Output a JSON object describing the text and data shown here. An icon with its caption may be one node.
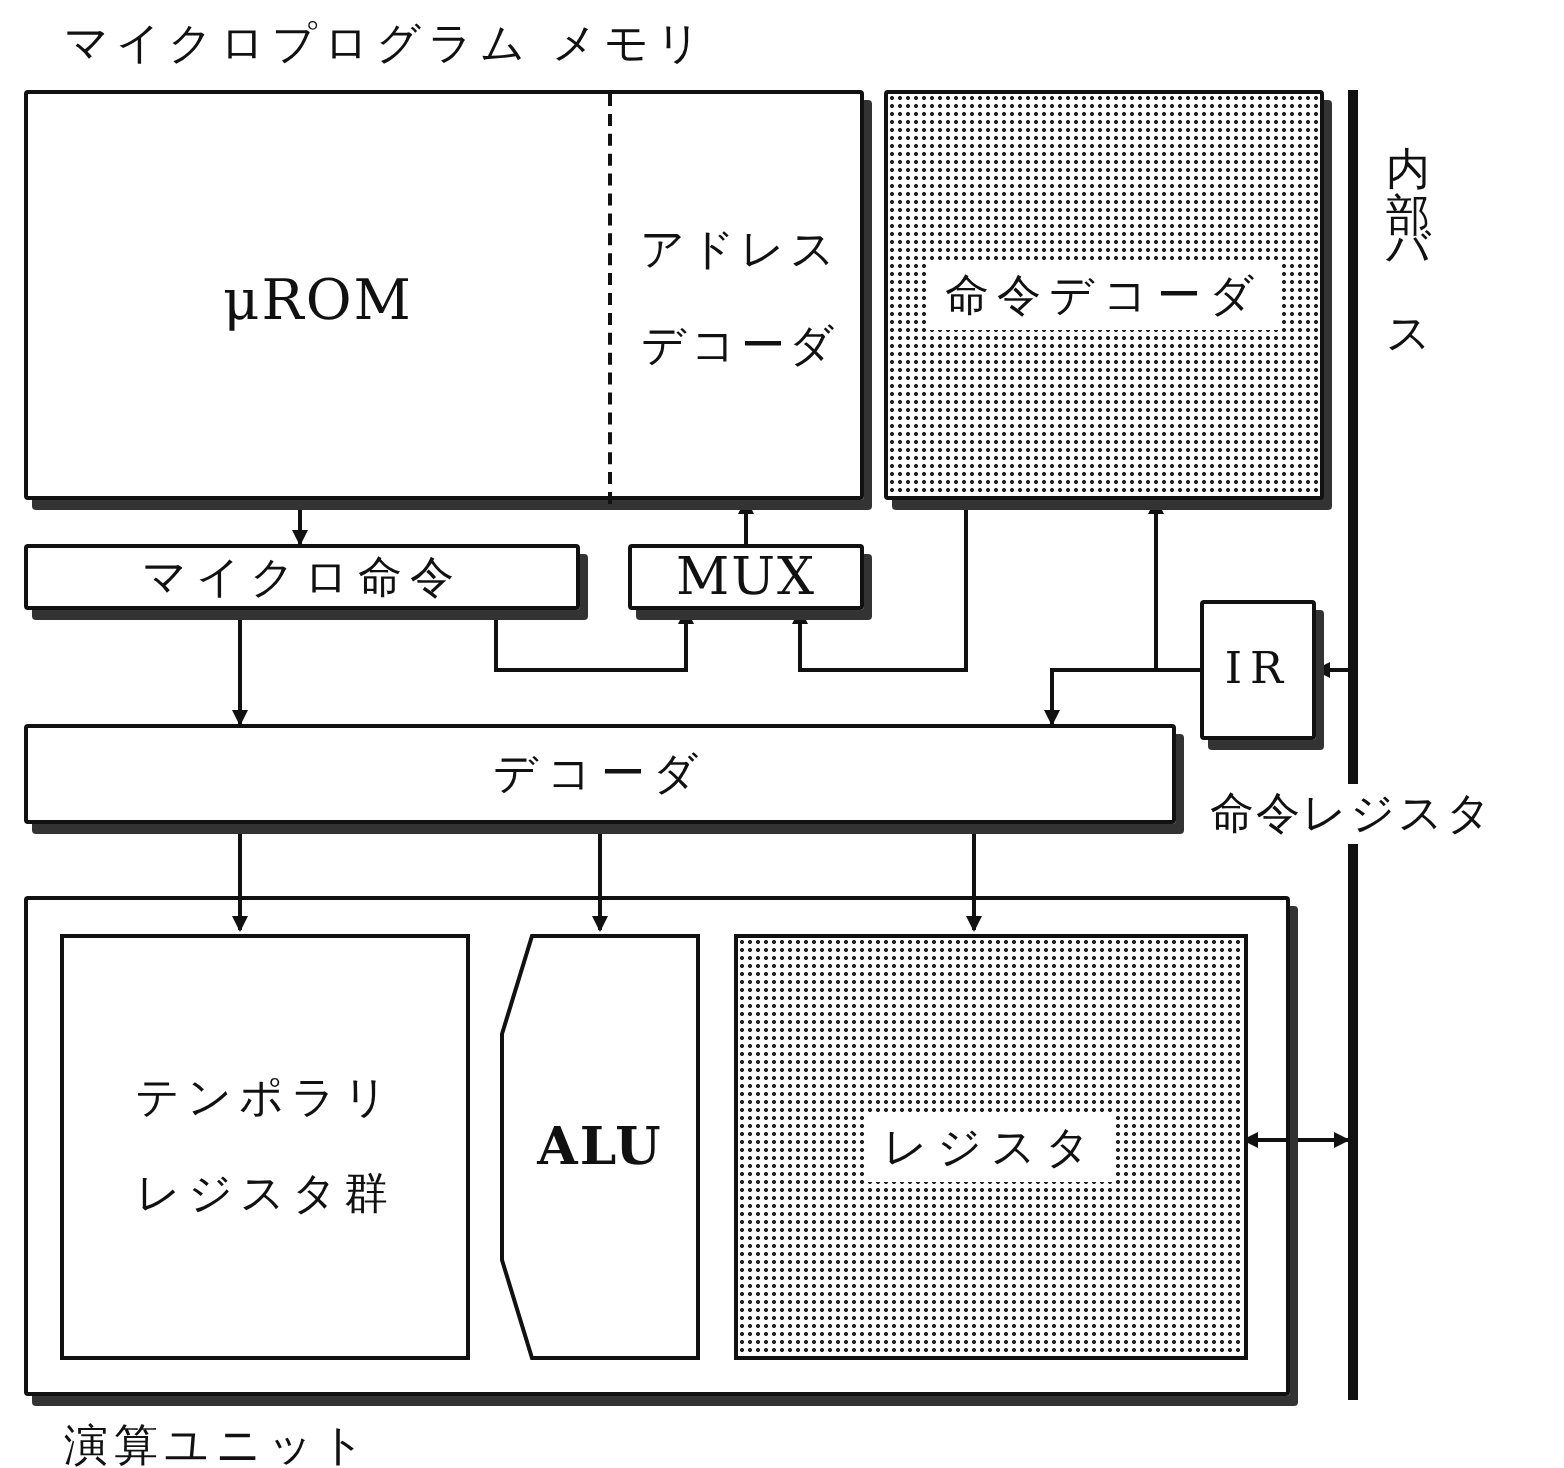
{
  "diagram": {
    "nodes": [
      {
        "text": [
          "マイクロプログラム メモリ"
        ]
      },
      {
        "text": [
          "μROM"
        ],
        "in": 0
      },
      {
        "text": [
          "アドレスデコーダ"
        ],
        "in": 0
      },
      {
        "text": [
          "命令デコーダ"
        ]
      },
      {
        "text": [],
        "shape": "bar",
        "beside": [
          "内部バス"
        ]
      },
      {
        "text": [
          "マイクロ命令"
        ]
      },
      {
        "text": [
          "MUX"
        ]
      },
      {
        "text": [
          "IR"
        ]
      },
      {
        "text": [
          "デコーダ"
        ]
      },
      {
        "text": [
          "演算ユニット"
        ]
      },
      {
        "text": [
          "テンポラリレジスタ群"
        ],
        "in": 9
      },
      {
        "text": [
          "ALU"
        ],
        "in": 9
      },
      {
        "text": [
          "レジスタ"
        ],
        "in": 9
      }
    ],
    "edges": [
      {
        "from": 0,
        "to": 5,
        "arrow": "to"
      },
      {
        "from": 6,
        "to": 2,
        "arrow": "to"
      },
      {
        "from": 5,
        "to": 6,
        "arrow": "to"
      },
      {
        "from": 3,
        "to": 6,
        "arrow": "to"
      },
      {
        "from": 4,
        "to": 7,
        "arrow": "to"
      },
      {
        "from": 7,
        "to": 3,
        "arrow": "to"
      },
      {
        "from": 7,
        "to": 8,
        "arrow": "to"
      },
      {
        "from": 5,
        "to": 8,
        "arrow": "to"
      },
      {
        "from": 8,
        "to": 10,
        "arrow": "to"
      },
      {
        "from": 8,
        "to": 11,
        "arrow": "to"
      },
      {
        "from": 8,
        "to": 12,
        "arrow": "to"
      },
      {
        "from": 12,
        "to": 4,
        "arrow": "both"
      }
    ],
    "labels": [
      "命令レジスタ"
    ]
  }
}
